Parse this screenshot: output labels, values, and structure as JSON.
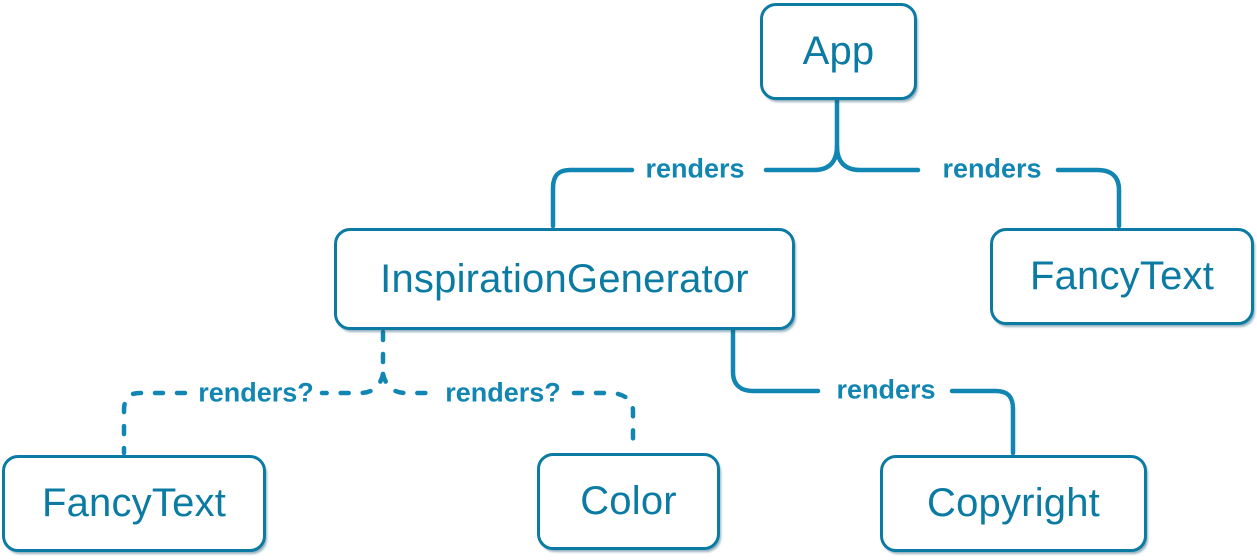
{
  "colors": {
    "accent": "#0b7ba3",
    "line": "#1186b2",
    "node_bg": "#ffffff",
    "page_bg": "#ffffff"
  },
  "nodes": [
    {
      "id": "app",
      "label": "App"
    },
    {
      "id": "inspiration-generator",
      "label": "InspirationGenerator"
    },
    {
      "id": "fancy-text-right",
      "label": "FancyText"
    },
    {
      "id": "fancy-text-left",
      "label": "FancyText"
    },
    {
      "id": "color",
      "label": "Color"
    },
    {
      "id": "copyright",
      "label": "Copyright"
    }
  ],
  "edges": [
    {
      "from": "App",
      "to": "InspirationGenerator",
      "label": "renders",
      "style": "solid"
    },
    {
      "from": "App",
      "to": "FancyText",
      "label": "renders",
      "style": "solid"
    },
    {
      "from": "InspirationGenerator",
      "to": "FancyText",
      "label": "renders?",
      "style": "dashed"
    },
    {
      "from": "InspirationGenerator",
      "to": "Color",
      "label": "renders?",
      "style": "dashed"
    },
    {
      "from": "InspirationGenerator",
      "to": "Copyright",
      "label": "renders",
      "style": "solid"
    }
  ]
}
